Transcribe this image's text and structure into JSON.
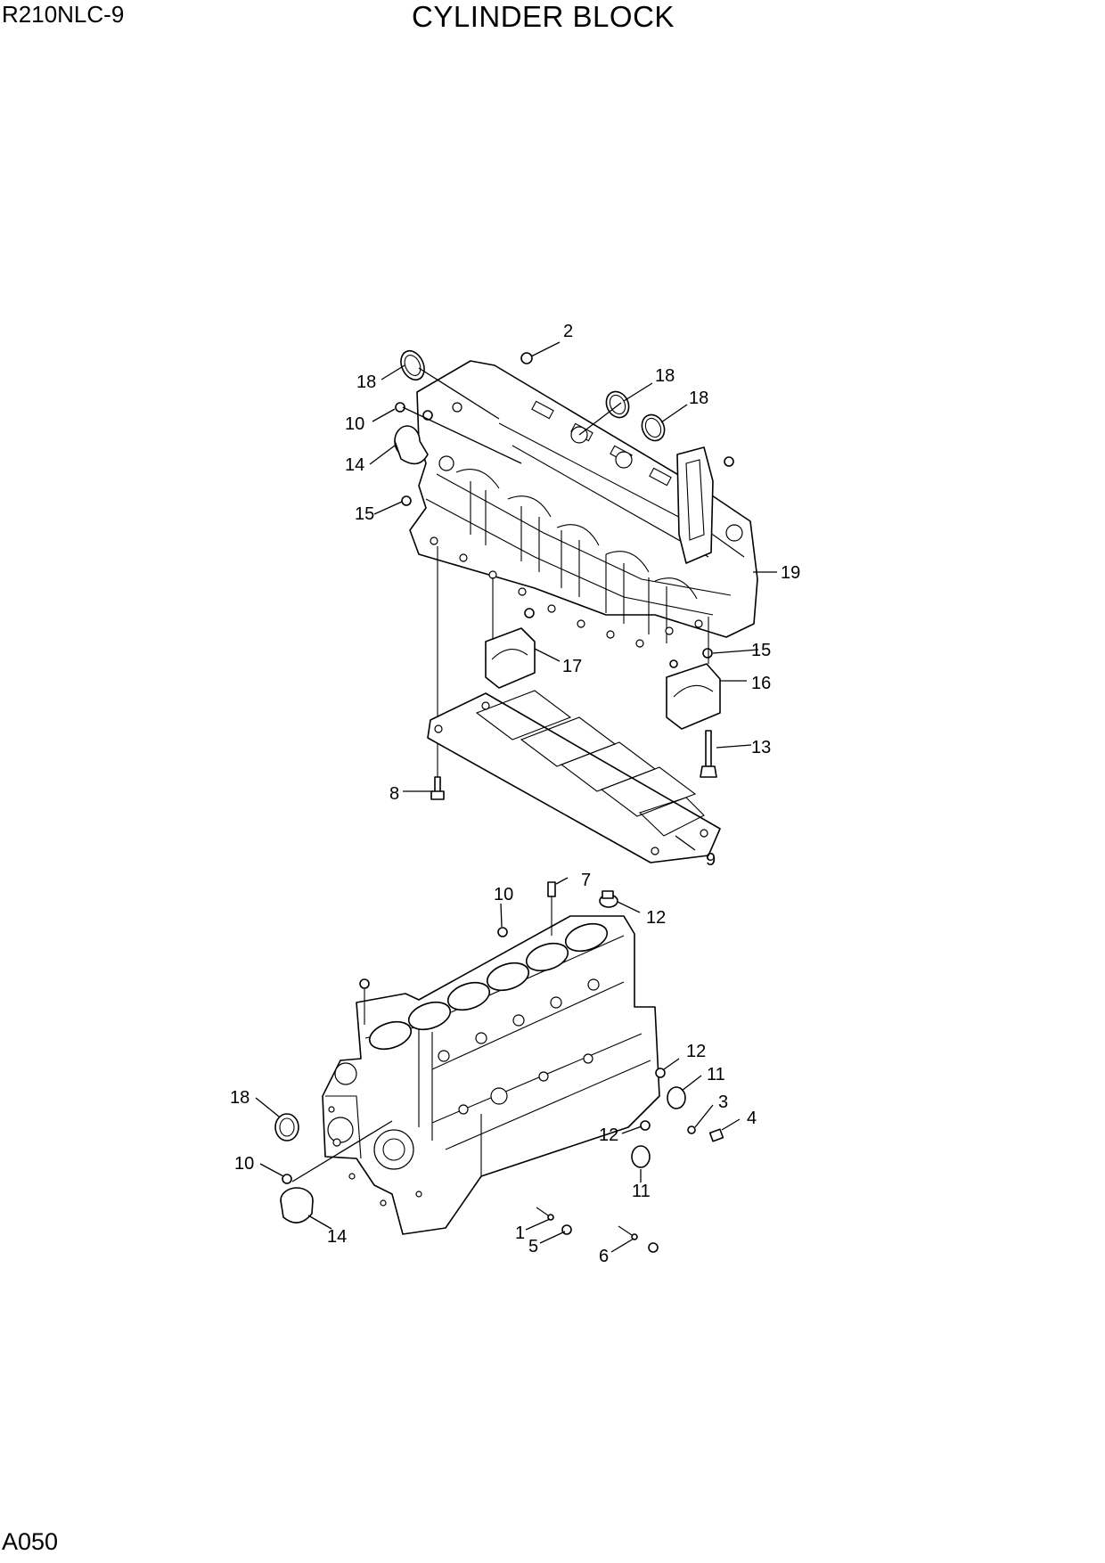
{
  "header": {
    "model": "R210NLC-9",
    "title": "CYLINDER BLOCK"
  },
  "footer": {
    "page_code": "A050"
  },
  "callouts": [
    {
      "id": "c2",
      "label": "2"
    },
    {
      "id": "c18a",
      "label": "18"
    },
    {
      "id": "c18b",
      "label": "18"
    },
    {
      "id": "c18c",
      "label": "18"
    },
    {
      "id": "c10a",
      "label": "10"
    },
    {
      "id": "c14a",
      "label": "14"
    },
    {
      "id": "c15a",
      "label": "15"
    },
    {
      "id": "c19",
      "label": "19"
    },
    {
      "id": "c15b",
      "label": "15"
    },
    {
      "id": "c17",
      "label": "17"
    },
    {
      "id": "c16",
      "label": "16"
    },
    {
      "id": "c13",
      "label": "13"
    },
    {
      "id": "c8",
      "label": "8"
    },
    {
      "id": "c9",
      "label": "9"
    },
    {
      "id": "c7",
      "label": "7"
    },
    {
      "id": "c10b",
      "label": "10"
    },
    {
      "id": "c12a",
      "label": "12"
    },
    {
      "id": "c12b",
      "label": "12"
    },
    {
      "id": "c11a",
      "label": "11"
    },
    {
      "id": "c3",
      "label": "3"
    },
    {
      "id": "c4",
      "label": "4"
    },
    {
      "id": "c18d",
      "label": "18"
    },
    {
      "id": "c12c",
      "label": "12"
    },
    {
      "id": "c10c",
      "label": "10"
    },
    {
      "id": "c11b",
      "label": "11"
    },
    {
      "id": "c14b",
      "label": "14"
    },
    {
      "id": "c1",
      "label": "1"
    },
    {
      "id": "c5",
      "label": "5"
    },
    {
      "id": "c6",
      "label": "6"
    }
  ]
}
